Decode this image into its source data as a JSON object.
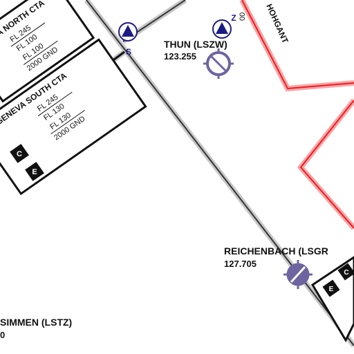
{
  "map": {
    "colors": {
      "background": "#ffffff",
      "airway": "#333333",
      "airway_halo": "#c8c8c8",
      "restricted": "#ee1c25",
      "restricted_halo": "#f6a6a6",
      "reporting_point": "#1b1b86",
      "airfield": "#6e64a0"
    },
    "ctas": [
      {
        "name": "GENEVA NORTH CTA",
        "limits": [
          "FL 245",
          "FL 100",
          "FL 100",
          "2000 GND"
        ]
      },
      {
        "name": "GENEVA SOUTH CTA",
        "limits": [
          "FL 245",
          "FL 130",
          "FL 130",
          "2000 GND"
        ]
      }
    ],
    "airspace_classes": [
      "C",
      "E"
    ],
    "east_box_classes": [
      "C",
      "E"
    ],
    "reporting_points": [
      {
        "id": "S",
        "icon": "triangle-in-circle-icon"
      },
      {
        "id": "Z",
        "icon": "triangle-in-circle-icon"
      }
    ],
    "airfields": [
      {
        "name": "THUN (LSZW)",
        "freq": "123.255",
        "icon": "airfield-icon"
      },
      {
        "name": "REICHENBACH (LSGR",
        "freq": "127.705",
        "icon": "airfield-icon"
      },
      {
        "name": "SIMMEN (LSTZ)",
        "freq": "0",
        "icon": "none"
      }
    ],
    "area_labels": [
      "HOHGANT",
      "00"
    ]
  }
}
